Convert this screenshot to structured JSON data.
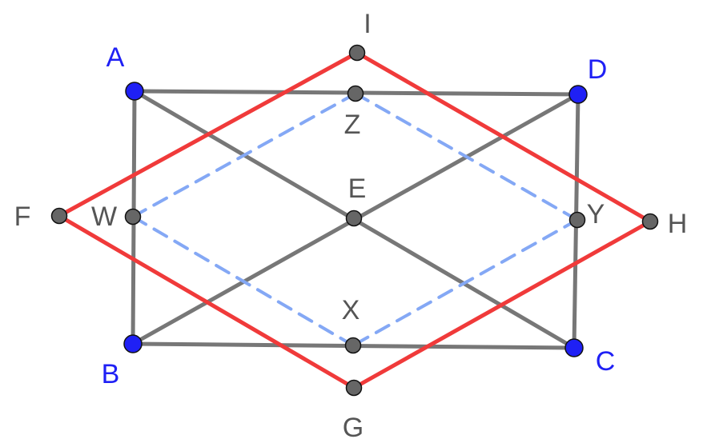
{
  "colors": {
    "background": "#ffffff",
    "rectangle_edges": "#777777",
    "red_rhombus": "#f03a3a",
    "blue_dashed_rhombus": "#84a8f5",
    "free_point_fill": "#1f20f5",
    "derived_point_fill": "#666666",
    "point_stroke": "#111111",
    "free_label": "#1f20f5",
    "derived_label": "#555555"
  },
  "points": {
    "A": {
      "label": "A",
      "kind": "free"
    },
    "B": {
      "label": "B",
      "kind": "free"
    },
    "C": {
      "label": "C",
      "kind": "free"
    },
    "D": {
      "label": "D",
      "kind": "free"
    },
    "E": {
      "label": "E",
      "kind": "derived"
    },
    "F": {
      "label": "F",
      "kind": "derived"
    },
    "G": {
      "label": "G",
      "kind": "derived"
    },
    "H": {
      "label": "H",
      "kind": "derived"
    },
    "I": {
      "label": "I",
      "kind": "derived"
    },
    "W": {
      "label": "W",
      "kind": "derived"
    },
    "X": {
      "label": "X",
      "kind": "derived"
    },
    "Y": {
      "label": "Y",
      "kind": "derived"
    },
    "Z": {
      "label": "Z",
      "kind": "derived"
    }
  },
  "segments": {
    "rectangle": [
      [
        "A",
        "D"
      ],
      [
        "D",
        "C"
      ],
      [
        "C",
        "B"
      ],
      [
        "B",
        "A"
      ]
    ],
    "diagonals": [
      [
        "A",
        "C"
      ],
      [
        "B",
        "D"
      ]
    ],
    "red_rhombus": [
      [
        "F",
        "I"
      ],
      [
        "I",
        "H"
      ],
      [
        "H",
        "G"
      ],
      [
        "G",
        "F"
      ]
    ],
    "blue_dashed_rhombus": [
      [
        "W",
        "Z"
      ],
      [
        "Z",
        "Y"
      ],
      [
        "Y",
        "X"
      ],
      [
        "X",
        "W"
      ]
    ]
  }
}
